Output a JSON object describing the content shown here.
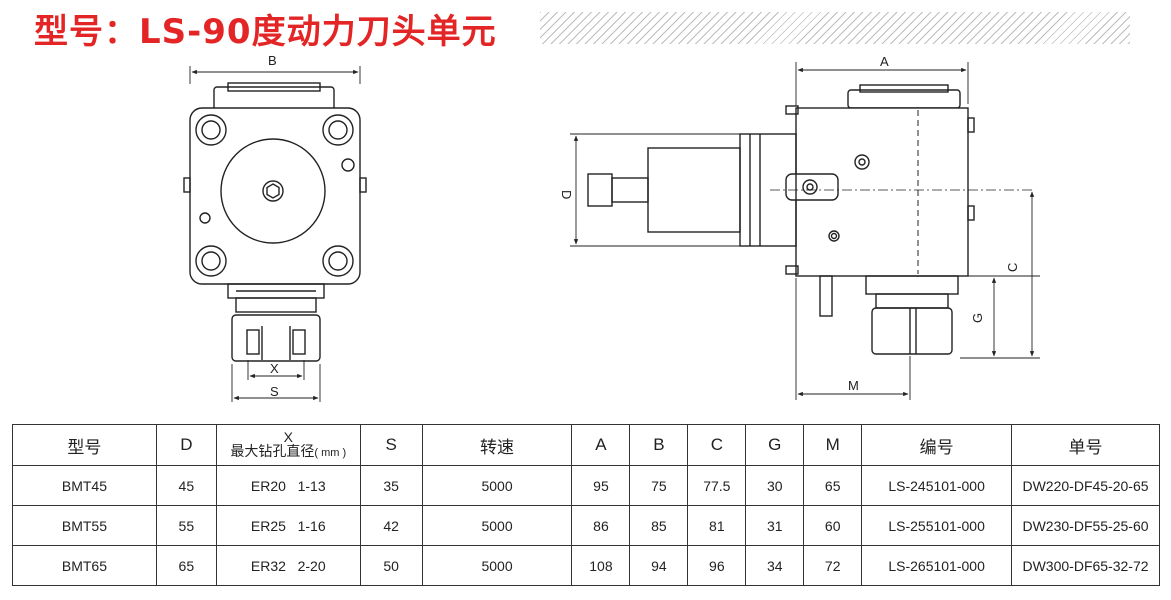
{
  "title": "型号：LS-90度动力刀头单元",
  "drawing": {
    "dim_labels": {
      "B": "B",
      "X": "X",
      "S": "S",
      "A": "A",
      "D": "D",
      "C": "C",
      "G": "G",
      "M": "M"
    }
  },
  "table": {
    "headers": {
      "model": "型号",
      "D": "D",
      "X_top": "X",
      "X_bottom": "最大钻孔直径",
      "X_unit": "( mm )",
      "S": "S",
      "speed": "转速",
      "A": "A",
      "B": "B",
      "C": "C",
      "G": "G",
      "M": "M",
      "code": "编号",
      "order": "单号"
    },
    "rows": [
      {
        "model": "BMT45",
        "D": "45",
        "X": "ER20   1-13",
        "S": "35",
        "speed": "5000",
        "A": "95",
        "B": "75",
        "C": "77.5",
        "G": "30",
        "M": "65",
        "code": "LS-245101-000",
        "order": "DW220-DF45-20-65"
      },
      {
        "model": "BMT55",
        "D": "55",
        "X": "ER25   1-16",
        "S": "42",
        "speed": "5000",
        "A": "86",
        "B": "85",
        "C": "81",
        "G": "31",
        "M": "60",
        "code": "LS-255101-000",
        "order": "DW230-DF55-25-60"
      },
      {
        "model": "BMT65",
        "D": "65",
        "X": "ER32   2-20",
        "S": "50",
        "speed": "5000",
        "A": "108",
        "B": "94",
        "C": "96",
        "G": "34",
        "M": "72",
        "code": "LS-265101-000",
        "order": "DW300-DF65-32-72"
      }
    ]
  }
}
